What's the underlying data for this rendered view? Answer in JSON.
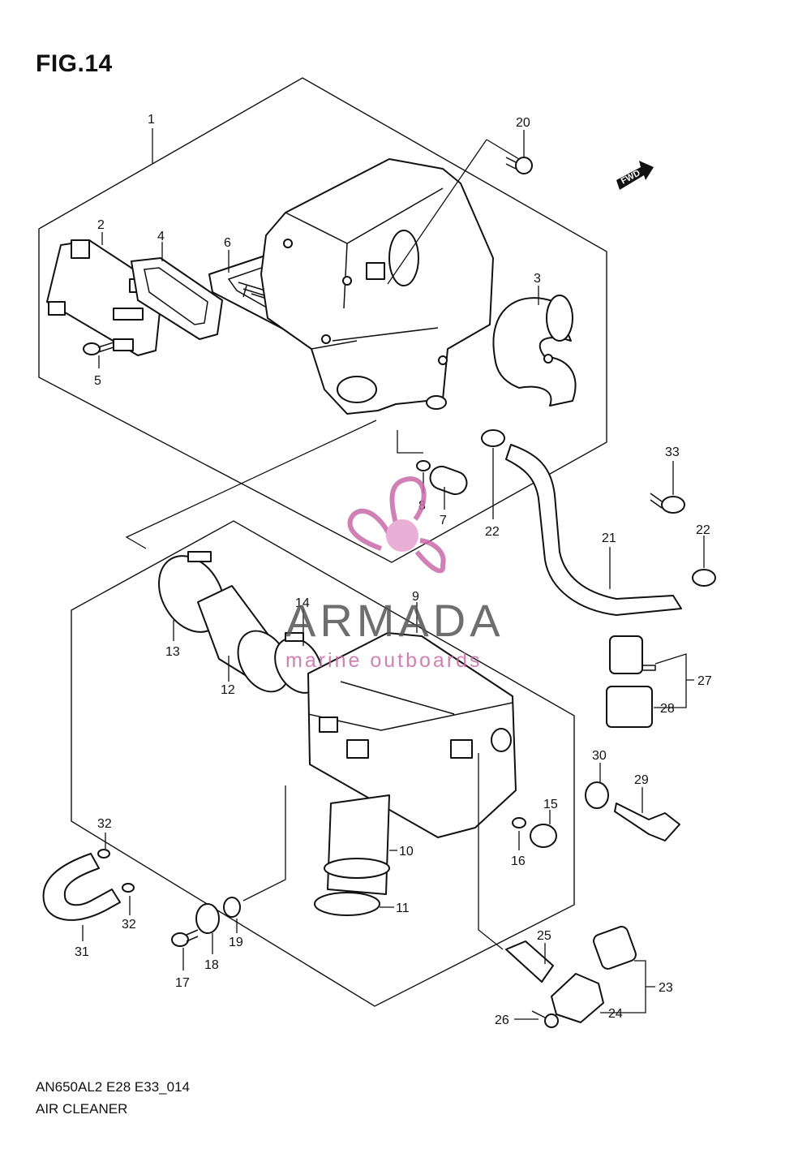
{
  "figure": {
    "title": "FIG.14",
    "model_code": "AN650AL2 E28 E33_014",
    "name": "AIR CLEANER"
  },
  "watermark": {
    "brand": "ARMADA",
    "tagline": "marine outboards",
    "colors": {
      "text": "#555555",
      "accent": "#c86aa8",
      "hub": "#e6a2cf"
    }
  },
  "direction_marker": {
    "label": "FWD"
  },
  "callouts": [
    "1",
    "2",
    "3",
    "4",
    "5",
    "6",
    "7",
    "8",
    "9",
    "10",
    "11",
    "12",
    "13",
    "14",
    "15",
    "16",
    "17",
    "18",
    "19",
    "20",
    "21",
    "22",
    "22",
    "23",
    "24",
    "25",
    "26",
    "27",
    "28",
    "29",
    "30",
    "31",
    "32",
    "32",
    "33"
  ]
}
